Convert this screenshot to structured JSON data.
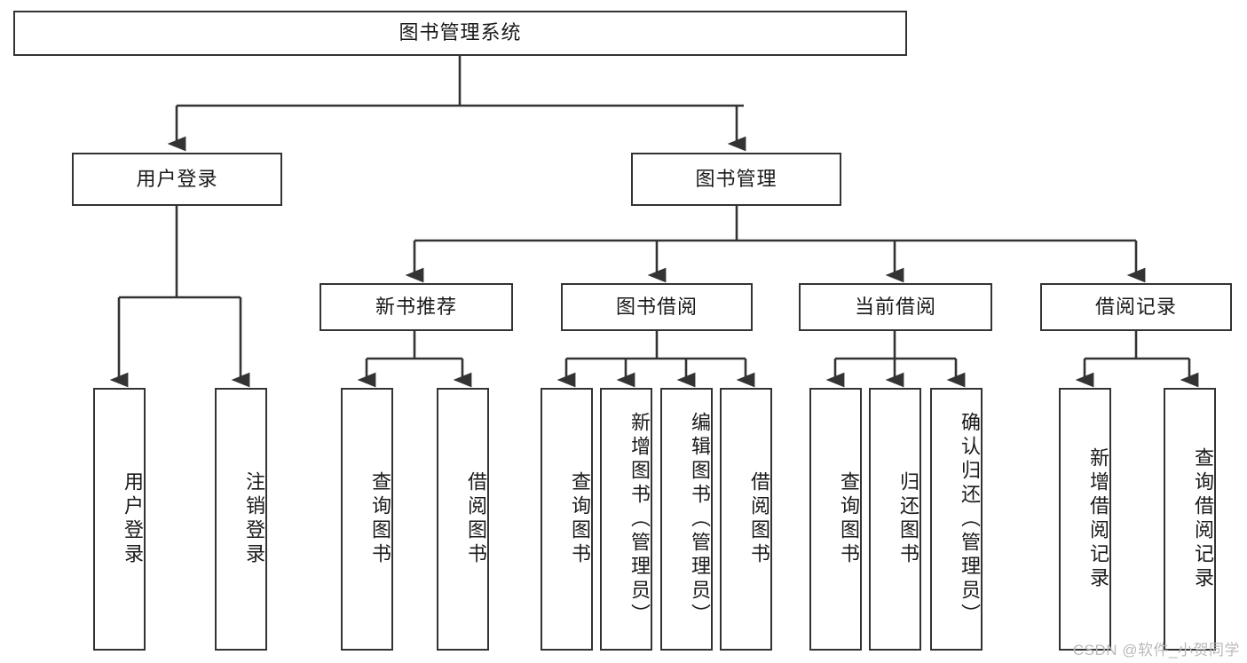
{
  "diagram": {
    "title": "图书管理系统",
    "type": "tree-hierarchy-diagram",
    "watermark": "CSDN @软件_小贺同学",
    "colors": {
      "node_border": "#333333",
      "node_fill": "#ffffff",
      "edge": "#333333",
      "text": "#1a1a1a",
      "watermark": "#b9b9b9",
      "background": "#ffffff"
    },
    "root": {
      "label": "图书管理系统"
    },
    "level2": [
      {
        "label": "用户登录"
      },
      {
        "label": "图书管理"
      }
    ],
    "level3": [
      {
        "label": "新书推荐"
      },
      {
        "label": "图书借阅"
      },
      {
        "label": "当前借阅"
      },
      {
        "label": "借阅记录"
      }
    ],
    "leaves": {
      "user_login": [
        {
          "label": "用户登录"
        },
        {
          "label": "注销登录"
        }
      ],
      "new_book_recommend": [
        {
          "label": "查询图书"
        },
        {
          "label": "借阅图书"
        }
      ],
      "book_borrow": [
        {
          "label": "查询图书"
        },
        {
          "label": "新增图书（管理员）"
        },
        {
          "label": "编辑图书（管理员）"
        },
        {
          "label": "借阅图书"
        }
      ],
      "current_borrow": [
        {
          "label": "查询图书"
        },
        {
          "label": "归还图书"
        },
        {
          "label": "确认归还（管理员）"
        }
      ],
      "borrow_record": [
        {
          "label": "新增借阅记录"
        },
        {
          "label": "查询借阅记录"
        }
      ]
    }
  }
}
